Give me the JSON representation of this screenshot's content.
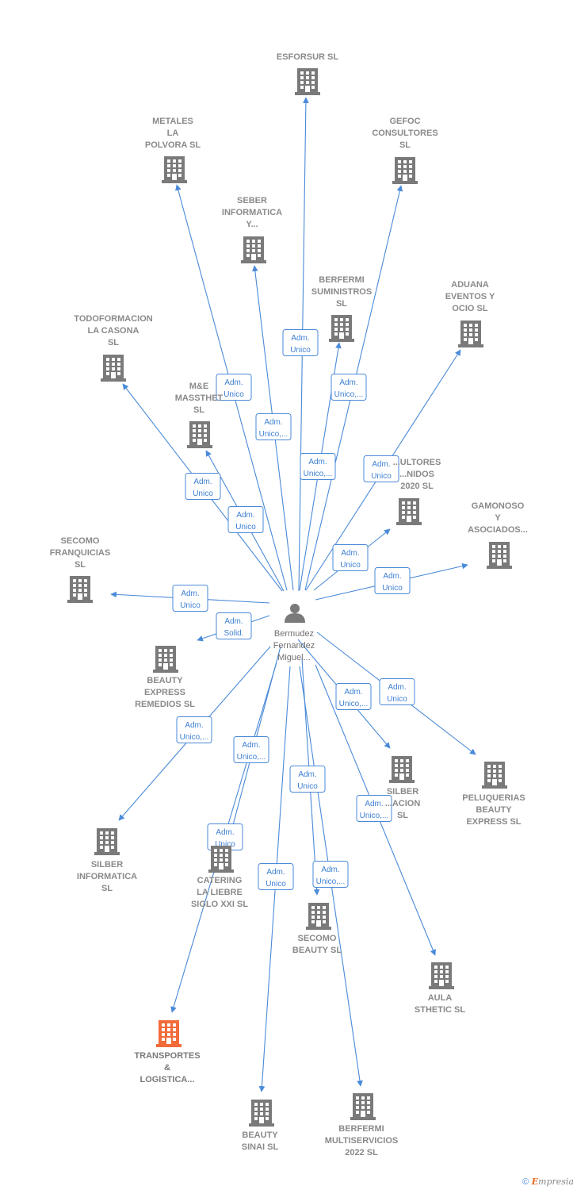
{
  "colors": {
    "company": "#7a7a7a",
    "highlight": "#f26b3a",
    "person": "#7a7a7a",
    "edge": "#4a8ad8"
  },
  "person": {
    "icon": "person-icon",
    "label_lines": [
      "Bermudez",
      "Fernandez",
      "Miguel..."
    ]
  },
  "companies": [
    {
      "id": "esforsur",
      "lines": [
        "ESFORSUR SL"
      ]
    },
    {
      "id": "metales",
      "lines": [
        "METALES",
        "LA",
        "POLVORA SL"
      ]
    },
    {
      "id": "gefoc",
      "lines": [
        "GEFOC",
        "CONSULTORES",
        "SL"
      ]
    },
    {
      "id": "seber",
      "lines": [
        "SEBER",
        "INFORMATICA",
        "Y..."
      ]
    },
    {
      "id": "berfermi_sum",
      "lines": [
        "BERFERMI",
        "SUMINISTROS",
        "SL"
      ]
    },
    {
      "id": "aduana",
      "lines": [
        "ADUANA",
        "EVENTOS Y",
        "OCIO SL"
      ]
    },
    {
      "id": "todoformacion",
      "lines": [
        "TODOFORMACION",
        "LA CASONA",
        "SL"
      ]
    },
    {
      "id": "mne",
      "lines": [
        "M&E",
        "MASSTHET",
        "SL"
      ]
    },
    {
      "id": "consultores",
      "lines": [
        "...ULTORES",
        "...NIDOS",
        "2020 SL"
      ]
    },
    {
      "id": "gamonoso",
      "lines": [
        "GAMONOSO",
        "Y",
        "ASOCIADOS..."
      ]
    },
    {
      "id": "secomo_fr",
      "lines": [
        "SECOMO",
        "FRANQUICIAS",
        "SL"
      ]
    },
    {
      "id": "beauty_remedios",
      "lines": [
        "BEAUTY",
        "EXPRESS",
        "REMEDIOS SL"
      ]
    },
    {
      "id": "silber_form",
      "lines": [
        "SILBER",
        "...ACION",
        "SL"
      ]
    },
    {
      "id": "peluquerias",
      "lines": [
        "PELUQUERIAS",
        "BEAUTY",
        "EXPRESS SL"
      ]
    },
    {
      "id": "silber_inf",
      "lines": [
        "SILBER",
        "INFORMATICA",
        "SL"
      ]
    },
    {
      "id": "catering",
      "lines": [
        "CATERING",
        "LA LIEBRE",
        "SIGLO XXI SL"
      ]
    },
    {
      "id": "secomo_beauty",
      "lines": [
        "SECOMO",
        "BEAUTY SL"
      ]
    },
    {
      "id": "aula",
      "lines": [
        "AULA",
        "STHETIC SL"
      ]
    },
    {
      "id": "transportes",
      "lines": [
        "TRANSPORTES",
        "&",
        "LOGISTICA..."
      ],
      "highlight": true
    },
    {
      "id": "beauty_sinai",
      "lines": [
        "BEAUTY",
        "SINAI SL"
      ]
    },
    {
      "id": "berfermi_serv",
      "lines": [
        "BERFERMI",
        "MULTISERVICIOS",
        "2022 SL"
      ]
    }
  ],
  "edges": [
    {
      "to": "esforsur",
      "label": [
        "Adm.",
        "Unico"
      ]
    },
    {
      "to": "metales",
      "label": [
        "Adm.",
        "Unico"
      ]
    },
    {
      "to": "gefoc",
      "label": [
        "Adm.",
        "Unico,..."
      ]
    },
    {
      "to": "seber",
      "label": [
        "Adm.",
        "Unico,..."
      ]
    },
    {
      "to": "berfermi_sum",
      "label": [
        "Adm.",
        "Unico,..."
      ]
    },
    {
      "to": "aduana",
      "label": [
        "Adm.",
        "Unico"
      ]
    },
    {
      "to": "todoformacion",
      "label": [
        "Adm.",
        "Unico"
      ]
    },
    {
      "to": "mne",
      "label": [
        "Adm.",
        "Unico"
      ]
    },
    {
      "to": "consultores",
      "label": [
        "Adm.",
        "Unico"
      ]
    },
    {
      "to": "gamonoso",
      "label": [
        "Adm.",
        "Unico"
      ]
    },
    {
      "to": "secomo_fr",
      "label": [
        "Adm.",
        "Unico"
      ]
    },
    {
      "to": "beauty_remedios",
      "label": [
        "Adm.",
        "Solid."
      ]
    },
    {
      "to": "silber_form",
      "label": [
        "Adm.",
        "Unico,..."
      ]
    },
    {
      "to": "peluquerias",
      "label": [
        "Adm.",
        "Unico"
      ]
    },
    {
      "to": "silber_inf",
      "label": [
        "Adm.",
        "Unico,..."
      ]
    },
    {
      "to": "catering",
      "label": [
        "Adm.",
        "Unico,..."
      ]
    },
    {
      "to": "secomo_beauty",
      "label": [
        "Adm.",
        "Unico"
      ]
    },
    {
      "to": "aula",
      "label": [
        "Adm.",
        "Unico,..."
      ]
    },
    {
      "to": "transportes",
      "label": [
        "Adm.",
        "Unico"
      ]
    },
    {
      "to": "beauty_sinai",
      "label": [
        "Adm.",
        "Unico"
      ]
    },
    {
      "to": "berfermi_serv",
      "label": [
        "Adm.",
        "Unico,..."
      ]
    }
  ],
  "brand": {
    "copyright": "©",
    "name": "mpresia",
    "initial": "E"
  }
}
